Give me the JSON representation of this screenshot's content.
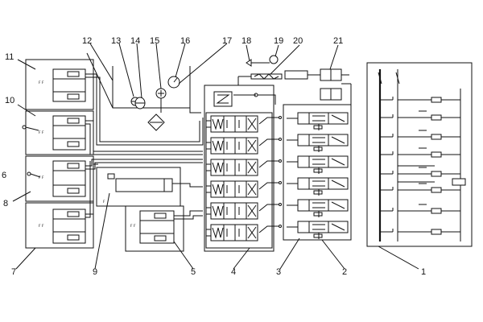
{
  "callouts": [
    "1",
    "2",
    "3",
    "4",
    "5",
    "6",
    "7",
    "8",
    "9",
    "10",
    "11",
    "12",
    "13",
    "14",
    "15",
    "16",
    "17",
    "18",
    "19",
    "20",
    "21"
  ],
  "cylinder_tag": "F F",
  "module_rows": 6
}
